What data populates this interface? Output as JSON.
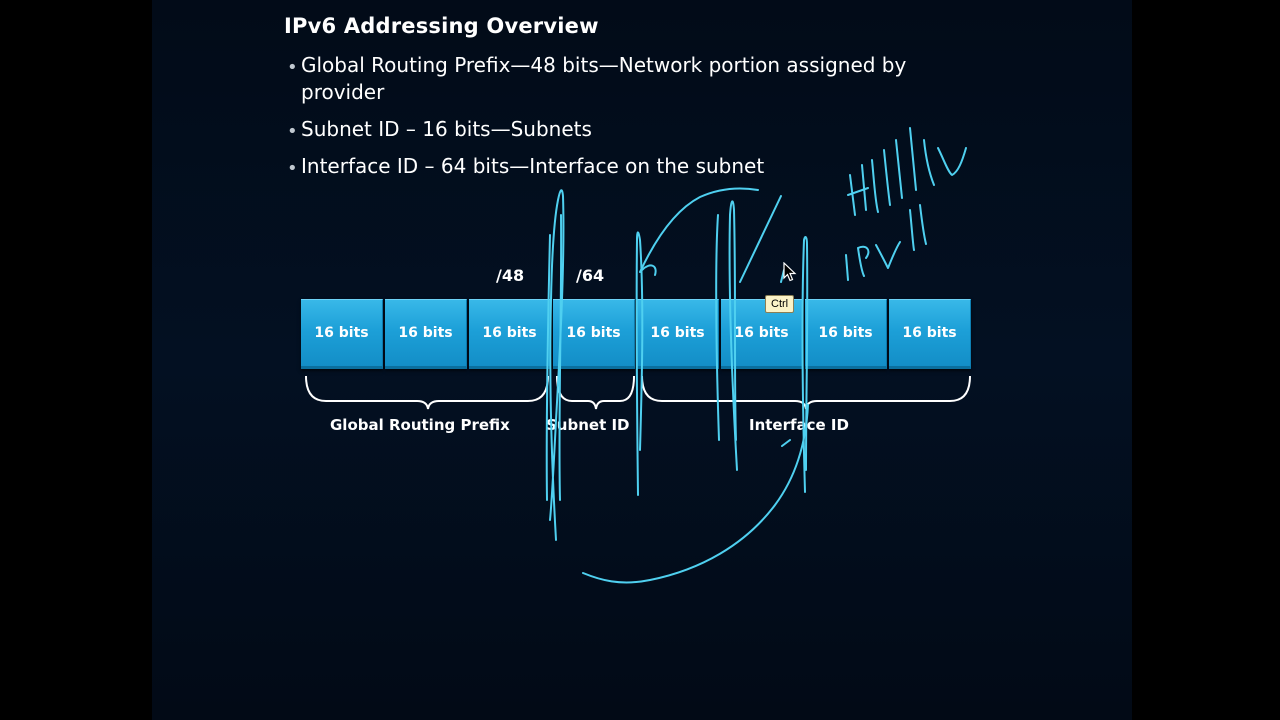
{
  "slide": {
    "title": "IPv6 Addressing Overview",
    "bullets": [
      "Global Routing Prefix—48 bits—Network portion assigned by provider",
      "Subnet ID – 16 bits—Subnets",
      "Interface ID – 64 bits—Interface on the subnet"
    ]
  },
  "diagram": {
    "prefix_markers": [
      "/48",
      "/64"
    ],
    "blocks": [
      "16 bits",
      "16 bits",
      "16 bits",
      "16 bits",
      "16 bits",
      "16 bits",
      "16 bits",
      "16 bits"
    ],
    "sections": [
      "Global Routing Prefix",
      "Subnet ID",
      "Interface ID"
    ],
    "block_color": "#1da0d8"
  },
  "annotations": {
    "ink_color": "#4fd0f0",
    "cursor_tooltip": "Ctrl"
  }
}
